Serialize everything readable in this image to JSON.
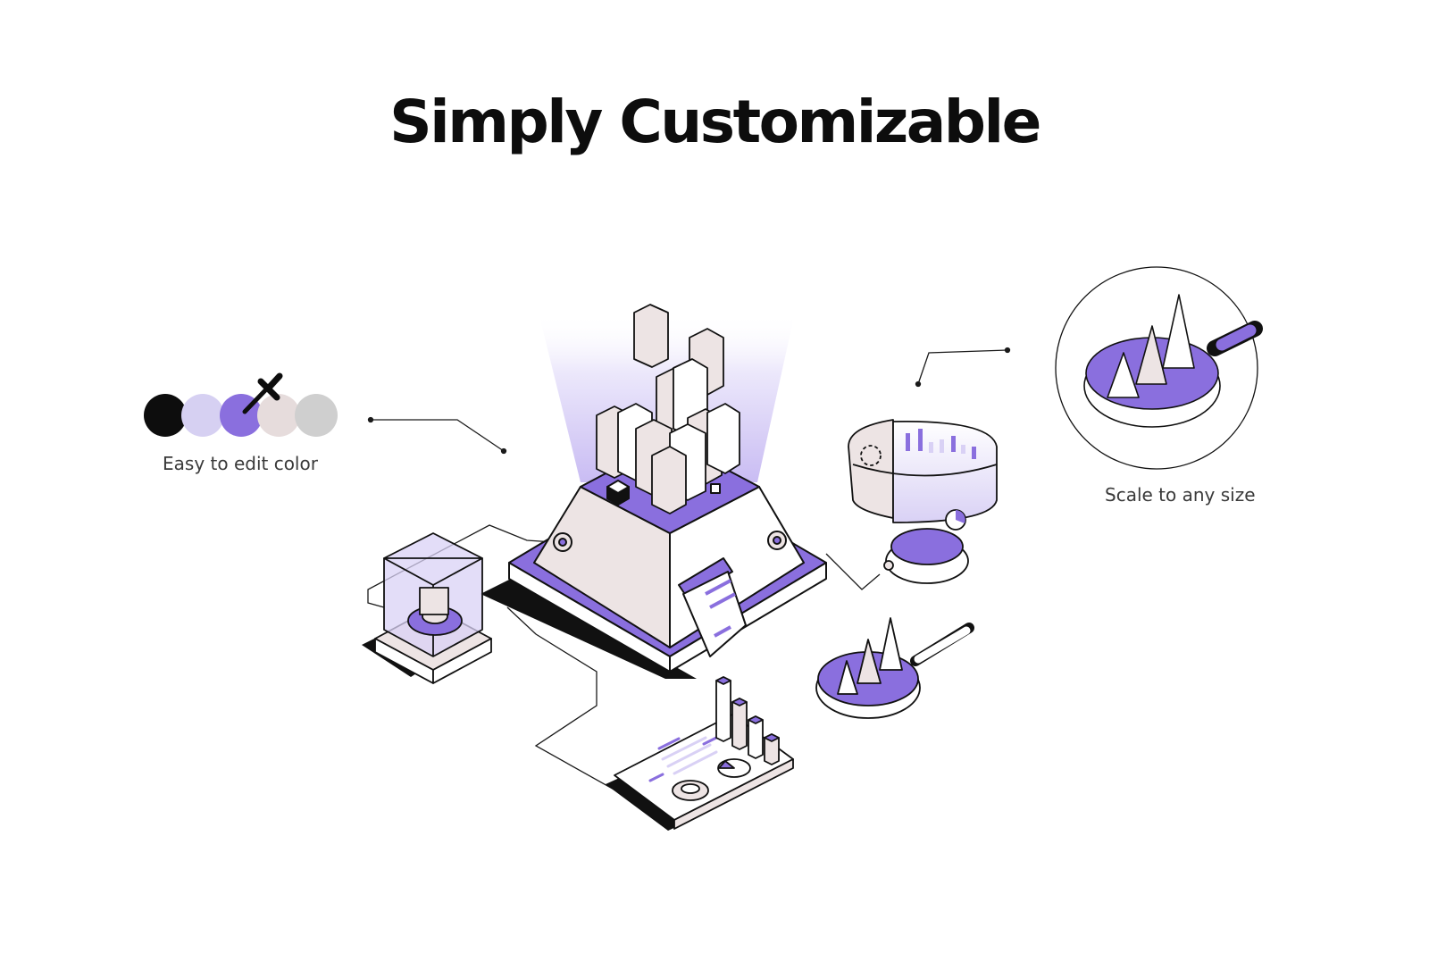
{
  "title": "Simply Customizable",
  "features": {
    "color": {
      "label": "Easy to edit color"
    },
    "scale": {
      "label": "Scale to any size"
    }
  },
  "palette": [
    "#0d0d0d",
    "#d6d0f2",
    "#8a6fde",
    "#e6dcdc",
    "#cfcfcf"
  ],
  "colors": {
    "accent": "#8a6fde",
    "accent_light": "#d9d1f5",
    "surface": "#ede4e4",
    "ink": "#111111"
  },
  "icons": [
    "eyedropper-icon",
    "magnifier-icon"
  ]
}
